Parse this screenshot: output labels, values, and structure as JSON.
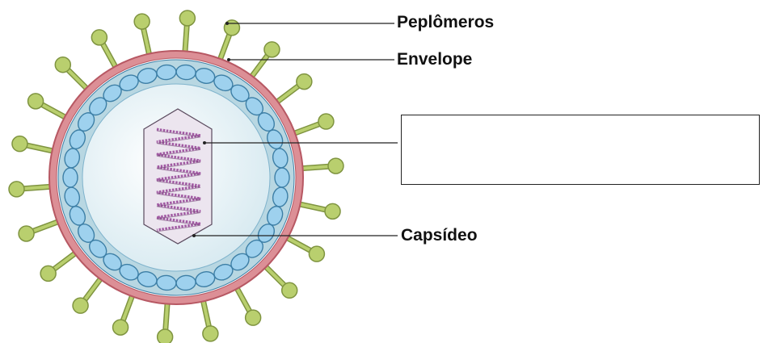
{
  "labels": {
    "peplomeros": "Peplômeros",
    "envelope": "Envelope",
    "capsideo": "Capsídeo"
  },
  "answer_box": {
    "text": ""
  },
  "colors": {
    "spike": "#b9cf6e",
    "spike_stroke": "#7f9440",
    "envelope": "#dc8f96",
    "envelope_stroke": "#b75863",
    "capsid_layer": "#b8d7e2",
    "capsomere": "#9ed1ee",
    "capsomere_stroke": "#3d7fa6",
    "interior": "#eef5f8",
    "nucleoid": "#ece5ef",
    "nucleic_acid": "#a15aa3",
    "leader_line": "#222222"
  }
}
